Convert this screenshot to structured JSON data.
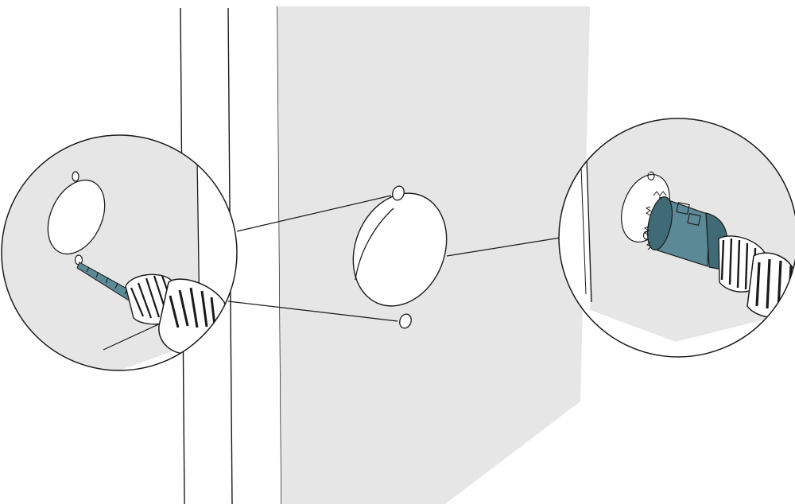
{
  "diagram": {
    "type": "installation-illustration",
    "subject": "door-lock-hole-drilling",
    "colors": {
      "background": "#ffffff",
      "door_face": "#e6e6e6",
      "outline": "#1a1a1a",
      "tool_accent": "#5b8a96",
      "tool_accent_dark": "#3f6a76",
      "hole_fill": "#ffffff"
    },
    "callouts": [
      {
        "name": "pilot-drill-detail",
        "tool": "twist-drill-bit",
        "target": "screw-holes"
      },
      {
        "name": "hole-saw-detail",
        "tool": "hole-saw",
        "target": "main-lock-bore"
      }
    ],
    "icons": [
      "drill-bit-icon",
      "hole-saw-icon",
      "drill-chuck-icon"
    ]
  }
}
